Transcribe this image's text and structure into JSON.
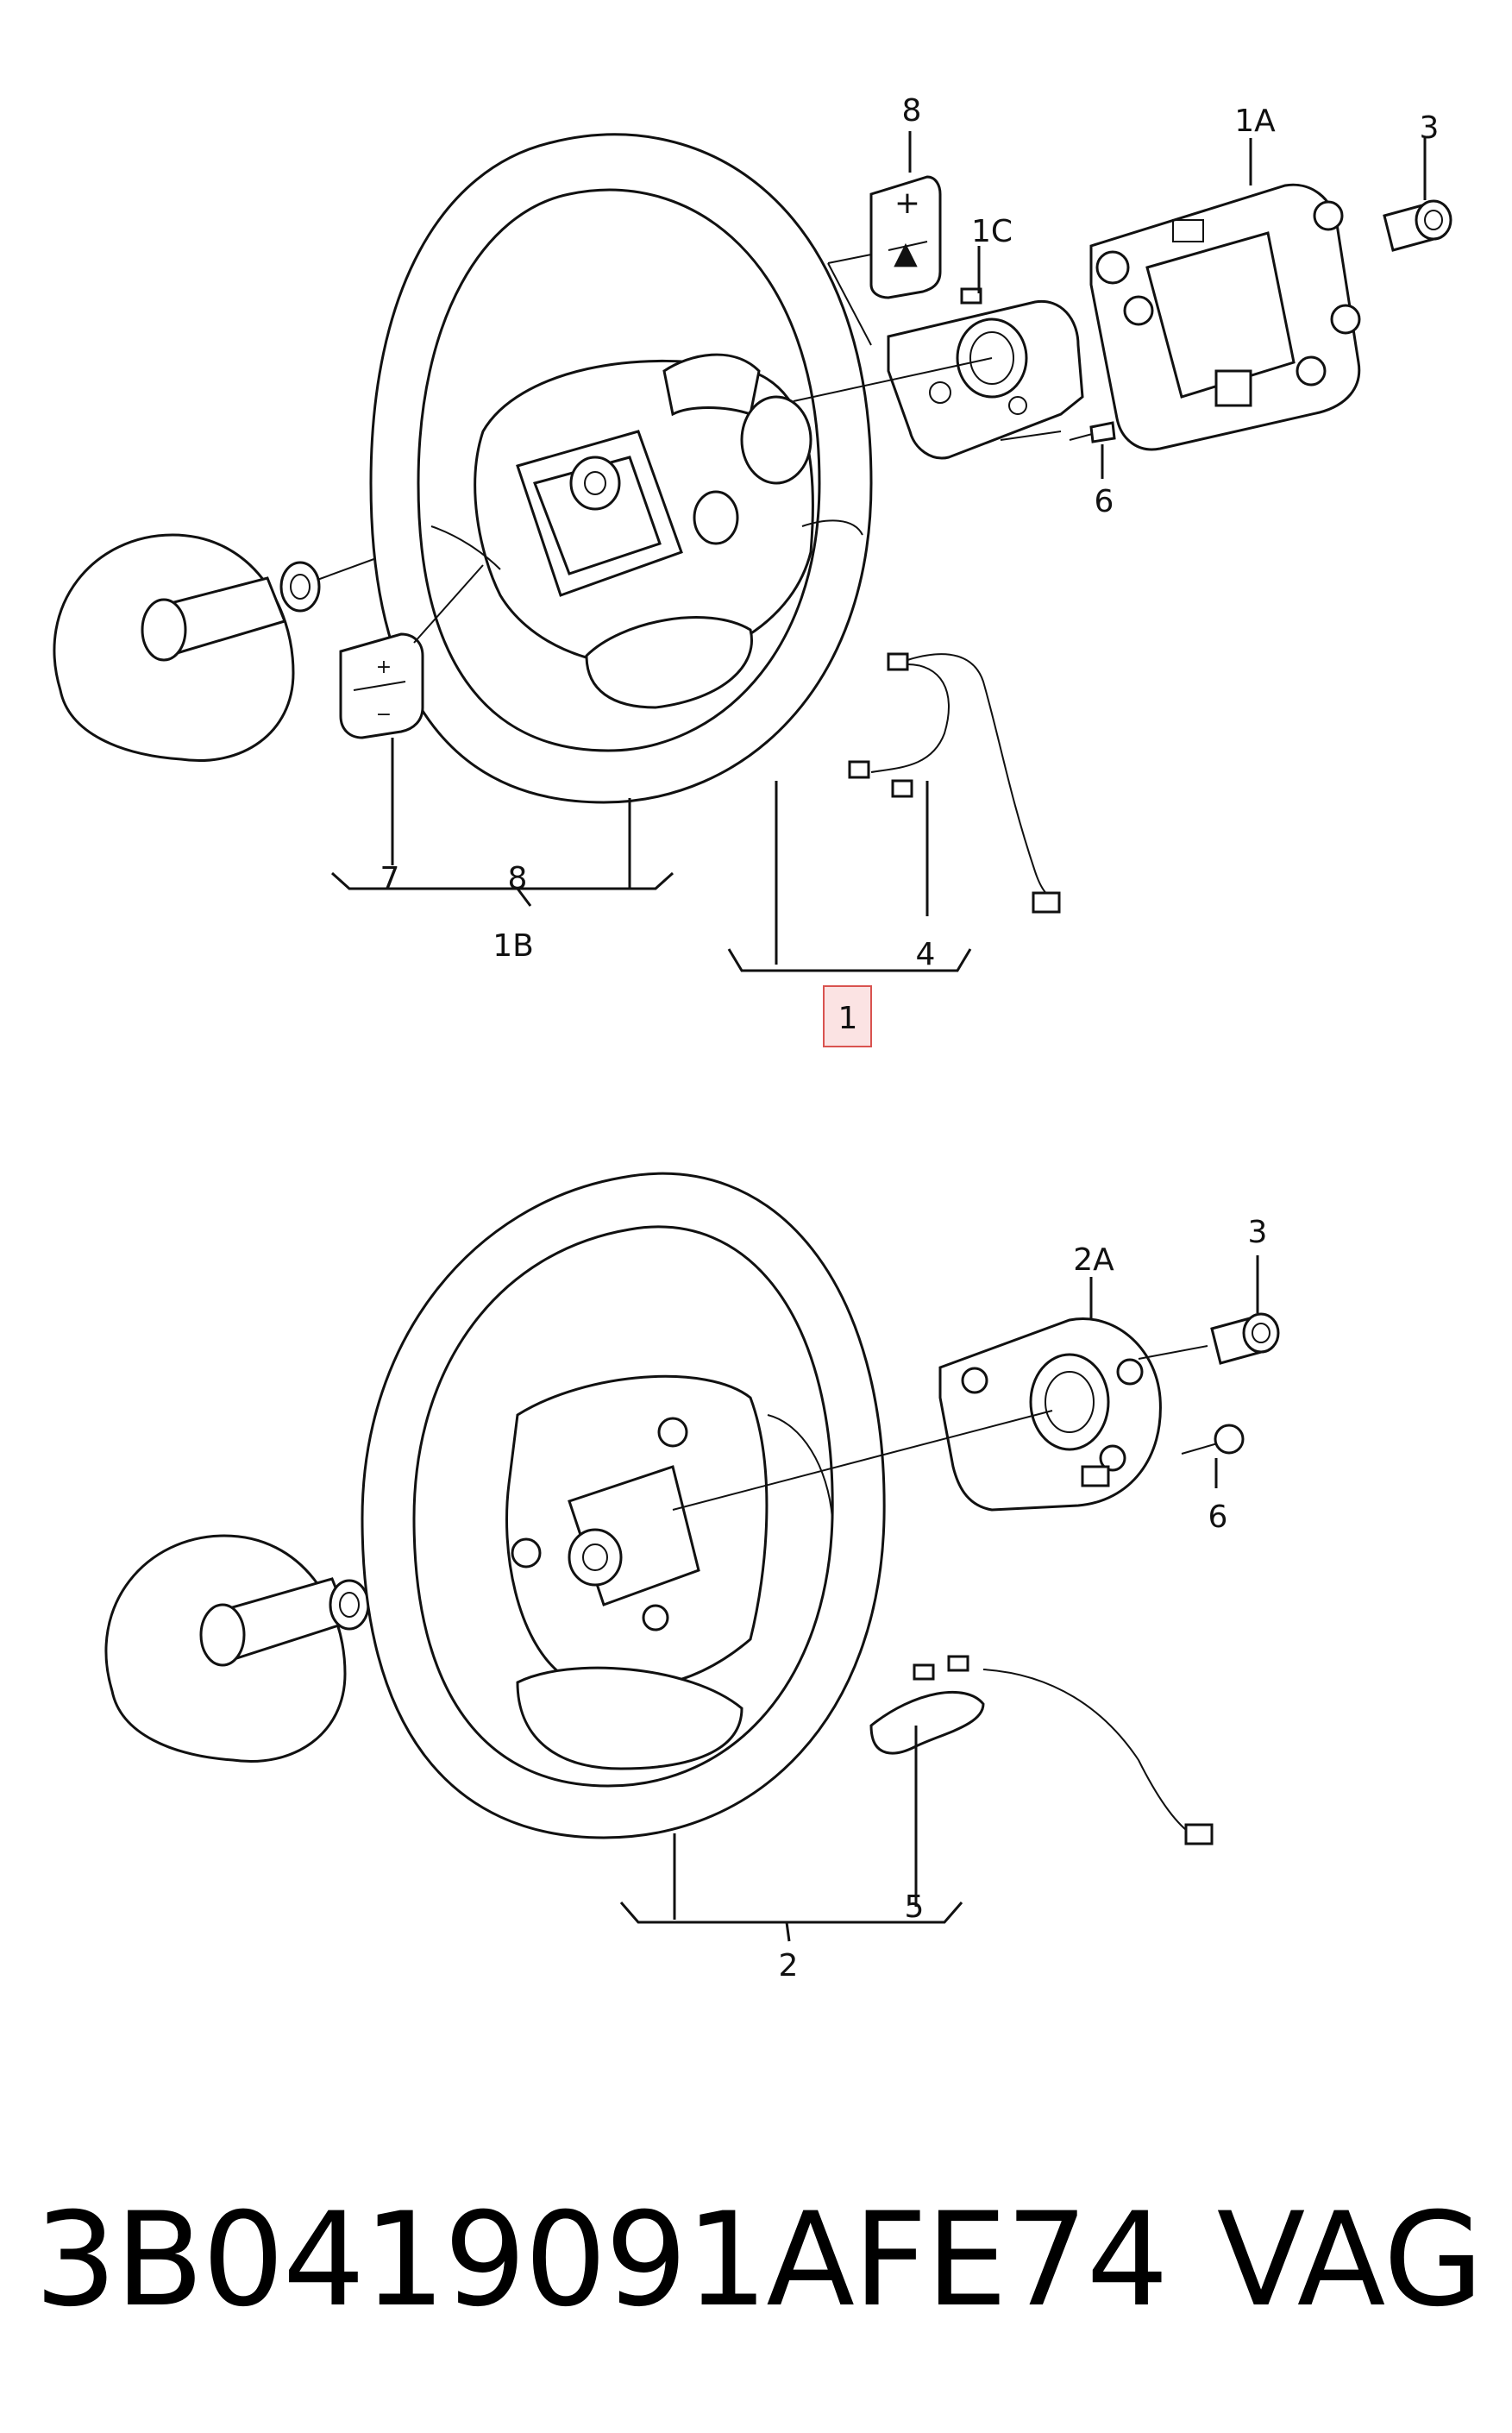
{
  "diagram": {
    "callouts_top": {
      "c8": "8",
      "c1a": "1A",
      "c3": "3",
      "c1c": "1C",
      "c6": "6",
      "c7": "7",
      "c8b": "8",
      "c1b": "1B",
      "c4": "4",
      "c1": "1"
    },
    "callouts_bottom": {
      "c2a": "2A",
      "c3": "3",
      "c6": "6",
      "c5": "5",
      "c2": "2"
    }
  },
  "footer": {
    "part_number": "3B0419091AFE74",
    "brand": "VAG"
  },
  "colors": {
    "highlight_fill": "#fbe3e3",
    "highlight_border": "#d9534f",
    "line": "#111111"
  }
}
